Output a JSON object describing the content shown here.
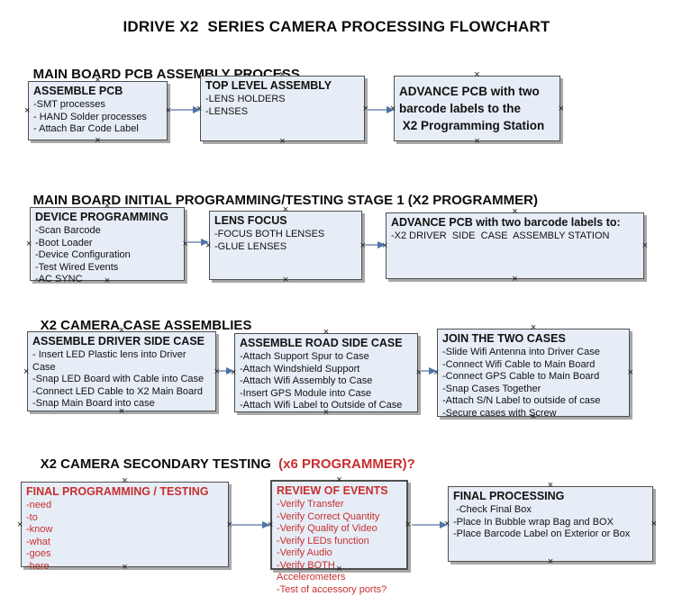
{
  "title": "IDRIVE X2  SERIES CAMERA PROCESSING FLOWCHART",
  "colors": {
    "red": "#c62f2f",
    "box_fill": "#e7edf6",
    "box_border": "#4f4f4f",
    "shadow": "#a8a8a8",
    "arrow_line": "#97a9c4",
    "arrow_head": "#4e74a8"
  },
  "icons": {
    "connection_handle": "x-mark"
  },
  "sections": [
    {
      "header": "MAIN BOARD PCB ASSEMBLY PROCESS",
      "header_red": "",
      "boxes": [
        {
          "title": "ASSEMBLE PCB",
          "items": [
            "-SMT processes",
            "- HAND Solder processes",
            "- Attach Bar Code Label"
          ]
        },
        {
          "title": "TOP LEVEL ASSEMBLY",
          "items": [
            "-LENS HOLDERS",
            "-LENSES"
          ]
        },
        {
          "title": "ADVANCE PCB with two\nbarcode labels to the\n X2 Programming Station",
          "items": []
        }
      ]
    },
    {
      "header": "MAIN BOARD INITIAL PROGRAMMING/TESTING STAGE 1 (X2 PROGRAMMER)",
      "header_red": "",
      "boxes": [
        {
          "title": "DEVICE PROGRAMMING",
          "items": [
            "-Scan Barcode",
            "-Boot Loader",
            "-Device Configuration",
            "-Test Wired Events",
            "-AC SYNC"
          ]
        },
        {
          "title": "LENS FOCUS",
          "items": [
            "-FOCUS BOTH LENSES",
            "-GLUE LENSES"
          ]
        },
        {
          "title": "ADVANCE PCB with two barcode labels to:",
          "items": [
            "-X2 DRIVER  SIDE  CASE  ASSEMBLY STATION"
          ]
        }
      ]
    },
    {
      "header": "X2 CAMERA CASE ASSEMBLIES",
      "header_red": "",
      "boxes": [
        {
          "title": "ASSEMBLE DRIVER SIDE CASE",
          "items": [
            "- Insert LED Plastic lens into Driver Case",
            "-Snap LED Board with Cable into Case",
            "-Connect LED Cable to X2 Main Board",
            "-Snap Main Board into case"
          ]
        },
        {
          "title": "ASSEMBLE ROAD SIDE CASE",
          "items": [
            "-Attach Support Spur to Case",
            "-Attach Windshield Support",
            "-Attach Wifi Assembly to Case",
            "-Insert GPS Module into Case",
            "-Attach Wifi Label to Outside of Case"
          ]
        },
        {
          "title": "JOIN THE TWO CASES",
          "items": [
            "-Slide Wifi Antenna into Driver Case",
            "-Connect Wifi Cable to Main Board",
            "-Connect GPS Cable to Main Board",
            "-Snap Cases Together",
            "-Attach S/N Label to outside of case",
            "-Secure cases with Screw"
          ]
        }
      ]
    },
    {
      "header": "X2 CAMERA SECONDARY TESTING  ",
      "header_red": "(x6 PROGRAMMER)?",
      "boxes": [
        {
          "title": "FINAL PROGRAMMING / TESTING",
          "items": [
            "-need",
            "-to",
            "-know",
            "-what",
            "-goes",
            "-here"
          ]
        },
        {
          "title": "REVIEW OF EVENTS",
          "items": [
            "-Verify Transfer",
            "-Verify Correct Quantity",
            "-Verify Quality of Video",
            "-Verify LEDs function",
            "-Verify Audio",
            "-Verify BOTH Accelerometers",
            "-Test of accessory ports?"
          ]
        },
        {
          "title": "FINAL PROCESSING",
          "items": [
            " -Check Final Box",
            "-Place In Bubble wrap Bag and BOX",
            "-Place Barcode Label on Exterior or Box"
          ]
        }
      ]
    }
  ]
}
